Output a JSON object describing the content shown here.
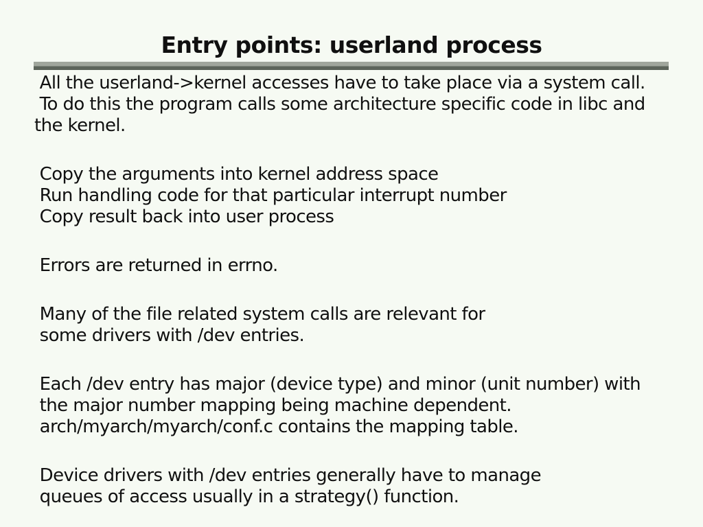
{
  "slide": {
    "title": "Entry points: userland process",
    "colors": {
      "background": "#f6faf3",
      "text": "#101010",
      "rule_top": "#a0a69c",
      "rule_bottom": "#5d655b"
    },
    "paragraphs": [
      {
        "lines": [
          " All the userland->kernel accesses have to take place via a system call.",
          " To do this the program calls some architecture specific code in libc and",
          "the kernel."
        ]
      },
      {
        "lines": [
          " Copy the arguments into kernel address space",
          " Run handling code for that particular interrupt number",
          " Copy result back into user process"
        ]
      },
      {
        "lines": [
          " Errors are returned in errno."
        ]
      },
      {
        "lines": [
          " Many of the file related system calls are relevant for",
          " some drivers with /dev entries."
        ]
      },
      {
        "lines": [
          " Each /dev entry has major (device type) and minor (unit number) with",
          " the major number mapping being machine dependent.",
          " arch/myarch/myarch/conf.c contains the mapping table."
        ]
      },
      {
        "lines": [
          " Device drivers with /dev entries generally have to manage",
          " queues of access usually in a strategy() function."
        ]
      }
    ]
  }
}
